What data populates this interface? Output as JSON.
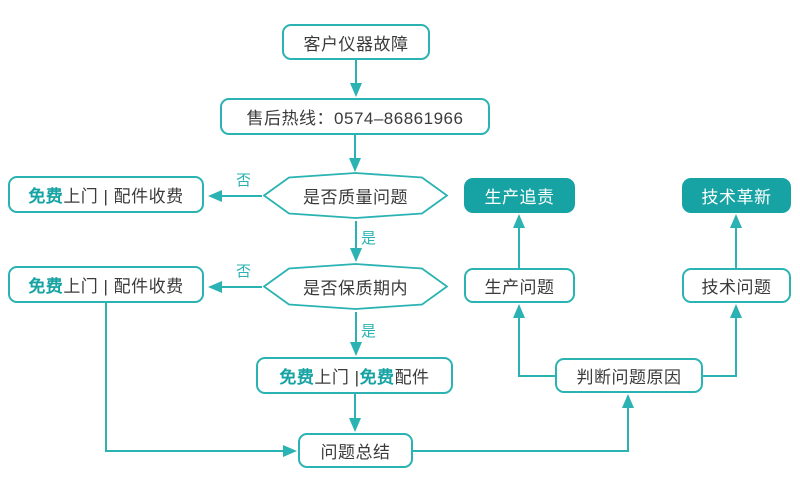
{
  "palette": {
    "teal_line": "#2bb2b2",
    "teal_fill": "#17a3a3",
    "dark_text": "#3b3b3b",
    "background": "#ffffff"
  },
  "nodes": {
    "start": {
      "label": "客户仪器故障"
    },
    "hotline": {
      "label": "售后热线：0574–86861966"
    },
    "decision_quality": {
      "label": "是否质量问题"
    },
    "decision_warranty": {
      "label": "是否保质期内"
    },
    "free_visit_paid_parts_top": {
      "p1": "免费",
      "p2": "上门 | 配件收费"
    },
    "free_visit_paid_parts_bottom": {
      "p1": "免费",
      "p2": "上门 | 配件收费"
    },
    "free_visit_free_parts": {
      "p1": "免费",
      "p2": "上门 | ",
      "p3": "免费",
      "p4": "配件"
    },
    "production_trace": {
      "label": "生产追责"
    },
    "tech_innovation": {
      "label": "技术革新"
    },
    "production_issue": {
      "label": "生产问题"
    },
    "tech_issue": {
      "label": "技术问题"
    },
    "judge_cause": {
      "label": "判断问题原因"
    },
    "summary": {
      "label": "问题总结"
    }
  },
  "edge_labels": {
    "quality_no": "否",
    "quality_yes": "是",
    "warranty_no": "否",
    "warranty_yes": "是"
  }
}
